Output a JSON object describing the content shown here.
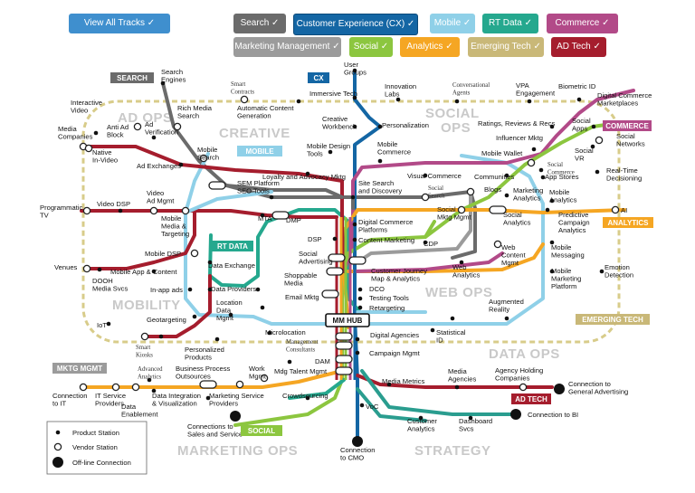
{
  "colors": {
    "all": "#3f8fce",
    "search": "#6b6b6b",
    "cx": "#1466a4",
    "mobile": "#8fd0e8",
    "rtdata": "#25a88e",
    "commerce": "#b24a88",
    "mktg": "#9b9b9b",
    "social": "#8cc63f",
    "analytics": "#f5a623",
    "emerging": "#c9b878",
    "adtech": "#a51d2d",
    "dataops": "#2a9d8f"
  },
  "buttons": [
    {
      "label": "View All Tracks ✓",
      "key": "all"
    },
    {
      "label": "Search ✓",
      "key": "search"
    },
    {
      "label": "Customer Experience (CX) ✓",
      "key": "cx"
    },
    {
      "label": "Mobile ✓",
      "key": "mobile"
    },
    {
      "label": "RT Data ✓",
      "key": "rtdata"
    },
    {
      "label": "Commerce ✓",
      "key": "commerce"
    },
    {
      "label": "Marketing Management ✓",
      "key": "mktg"
    },
    {
      "label": "Social ✓",
      "key": "social"
    },
    {
      "label": "Analytics ✓",
      "key": "analytics"
    },
    {
      "label": "Emerging Tech ✓",
      "key": "emerging"
    },
    {
      "label": "AD Tech ✓",
      "key": "adtech"
    }
  ],
  "tags": {
    "search": "SEARCH",
    "cx": "CX",
    "mobile": "MOBILE",
    "commerce": "COMMERCE",
    "rtdata": "RT DATA",
    "analytics": "ANALYTICS",
    "emerging": "EMERGING TECH",
    "mktg": "MKTG MGMT",
    "adtech": "AD TECH",
    "social": "SOCIAL",
    "hub": "MM HUB"
  },
  "zones": {
    "adops": "AD OPS",
    "creative": "CREATIVE",
    "social_ops": "SOCIAL",
    "social_ops2": "OPS",
    "mobility": "MOBILITY",
    "web_ops": "WEB OPS",
    "data_ops": "DATA OPS",
    "marketing_ops": "MARKETING OPS",
    "strategy": "STRATEGY"
  },
  "legend": {
    "product": "Product Station",
    "vendor": "Vendor Station",
    "offline": "Off-line Connection"
  },
  "stations": {
    "search_engines": [
      "Search",
      "Engines"
    ],
    "rich_media": [
      "Rich Media",
      "Search"
    ],
    "smart_contracts": [
      "Smart",
      "Contracts"
    ],
    "auto_content": [
      "Automatic Content",
      "Generation"
    ],
    "user_groups": [
      "User",
      "Groups"
    ],
    "immersive": "Immersive Tech",
    "innovation": [
      "Innovation",
      "Labs"
    ],
    "conv_agents": [
      "Conversational",
      "Agents"
    ],
    "vpa": [
      "VPA",
      "Engagement"
    ],
    "biometric": "Biometric ID",
    "dig_comm_market": [
      "Digital Commerce",
      "Marketplaces"
    ],
    "interactive_video": [
      "Interactive",
      "Video"
    ],
    "media_companies": [
      "Media",
      "Companies"
    ],
    "anti_ad_block": [
      "Anti Ad",
      "Block"
    ],
    "ad_verification": [
      "Ad",
      "Verification"
    ],
    "creative_workbench": [
      "Creative",
      "Workbench"
    ],
    "personalization": "Personalization",
    "ratings": "Ratings, Reviews & Recs",
    "social_apps": [
      "Social",
      "Apps"
    ],
    "social_networks": [
      "Social",
      "Networks"
    ],
    "native": [
      "Native",
      "In-Video"
    ],
    "mobile_search": [
      "Mobile",
      "Search"
    ],
    "mobile_design": [
      "Mobile Design",
      "Tools"
    ],
    "mobile_commerce": [
      "Mobile",
      "Commerce"
    ],
    "influencer": "Influencer Mktg",
    "social_vr": [
      "Social",
      "VR"
    ],
    "ad_exchanges": "Ad Exchanges",
    "mobile_wallet": "Mobile Wallet",
    "social_commerce": [
      "Social",
      "Commerce"
    ],
    "loyalty": "Loyalty and Advocacy Mktg",
    "visual_commerce": "Visual Commerce",
    "communities": "Communities",
    "app_stores": "App Stores",
    "realtime": [
      "Real-Time",
      "Decisioning"
    ],
    "sem_platform": [
      "SEM Platform",
      "SEO Tools"
    ],
    "site_search": [
      "Site Search",
      "and Discovery"
    ],
    "social_search": [
      "Social",
      "Search"
    ],
    "blogs": "Blogs",
    "marketing_analytics": [
      "Marketing",
      "Analytics"
    ],
    "mobile_analytics": [
      "Mobile",
      "Analytics"
    ],
    "ai": "AI",
    "programmatic": [
      "Programmatic",
      "TV"
    ],
    "video_dsp": "Video DSP",
    "video_ad_mgmt": [
      "Video",
      "Ad Mgmt"
    ],
    "mobile_media": [
      "Mobile",
      "Media &",
      "Targeting"
    ],
    "mta": "MTA",
    "dmp": "DMP",
    "social_mktg_mgmt": [
      "Social",
      "Mktg Mgmt"
    ],
    "social_analytics": [
      "Social",
      "Analytics"
    ],
    "predictive": [
      "Predictive",
      "Campaign",
      "Analytics"
    ],
    "dig_comm_platforms": [
      "Digital Commerce",
      "Platforms"
    ],
    "content_marketing": "Content Marketing",
    "dsp": "DSP",
    "cdp": "CDP",
    "web_content": [
      "Web",
      "Content",
      "Mgmt"
    ],
    "mobile_messaging": [
      "Mobile",
      "Messaging"
    ],
    "mobile_dsp": "Mobile DSP",
    "data_exchange": "Data Exchange",
    "social_advertising": [
      "Social",
      "Advertising"
    ],
    "shoppable": [
      "Shoppable",
      "Media"
    ],
    "journey": [
      "Customer Journey",
      "Map & Analytics"
    ],
    "web_analytics": [
      "Web",
      "Analytics"
    ],
    "mobile_mkt_platform": [
      "Mobile",
      "Marketing",
      "Platform"
    ],
    "emotion": [
      "Emotion",
      "Detection"
    ],
    "venues": "Venues",
    "dooh": [
      "DOOH",
      "Media Svcs"
    ],
    "mobile_app_content": "Mobile App & Content",
    "in_app_ads": "In-app ads",
    "data_providers": "Data Providers",
    "email": "Email Mktg",
    "dco": "DCO",
    "testing": "Testing Tools",
    "retargeting": "Retargeting",
    "location": [
      "Location",
      "Data",
      "Mgmt"
    ],
    "augmented": [
      "Augmented",
      "Reality"
    ],
    "iot": "IoT",
    "geotargeting": "Geotargeting",
    "microlocation": "Microlocation",
    "mgmt_consultants": [
      "Management",
      "Consultants"
    ],
    "digital_agencies": "Digital Agencies",
    "statistical": [
      "Statistical",
      "ID"
    ],
    "smart_kiosks": [
      "Smart",
      "Kiosks"
    ],
    "personalized_products": [
      "Personalized",
      "Products"
    ],
    "campaign_mgmt": "Campaign Mgmt",
    "dam": "DAM",
    "mdg_talent": "Mdg Talent Mgmt",
    "advanced_analytics": [
      "Advanced",
      "Analytics"
    ],
    "bpo": [
      "Business Process",
      "Outsources"
    ],
    "work_mgmt": [
      "Work",
      "Mgmt"
    ],
    "media_metrics": "Media Metrics",
    "media_agencies": [
      "Media",
      "Agencies"
    ],
    "agency_holding": [
      "Agency Holding",
      "Companies"
    ],
    "connection_it": [
      "Connection",
      "to IT"
    ],
    "it_service": [
      "IT Service",
      "Providers"
    ],
    "data_enablement": [
      "Data",
      "Enablement"
    ],
    "data_integration": [
      "Data Integration",
      "& Visualization"
    ],
    "mkt_service": [
      "Marketing Service",
      "Providers"
    ],
    "crowdsourcing": "Crowdsourcing",
    "connection_general_ad": [
      "Connection to",
      "General Advertising"
    ],
    "voc": "VoC",
    "connection_sales": [
      "Connections to",
      "Sales and Service"
    ],
    "customer_analytics": [
      "Customer",
      "Analytics"
    ],
    "dashboard": [
      "Dashboard",
      "Svcs"
    ],
    "connection_bi": "Connection to BI",
    "connection_cmo": [
      "Connection",
      "to CMO"
    ]
  }
}
